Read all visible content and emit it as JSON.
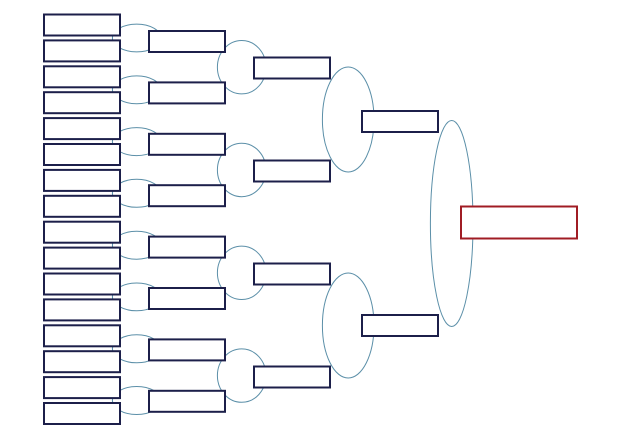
{
  "diagram": {
    "type": "single-elimination-bracket",
    "entrants": 16,
    "rounds": [
      {
        "round": 1,
        "slots": 16
      },
      {
        "round": 2,
        "slots": 8
      },
      {
        "round": 3,
        "slots": 4
      },
      {
        "round": 4,
        "slots": 2
      },
      {
        "round": 5,
        "slots": 1,
        "role": "champion"
      }
    ],
    "slot_labels": []
  },
  "colors": {
    "background": "#ffffff",
    "slot_border": "#1c1f4a",
    "champion_border": "#a01c24",
    "connector": "#5b8fa8"
  }
}
